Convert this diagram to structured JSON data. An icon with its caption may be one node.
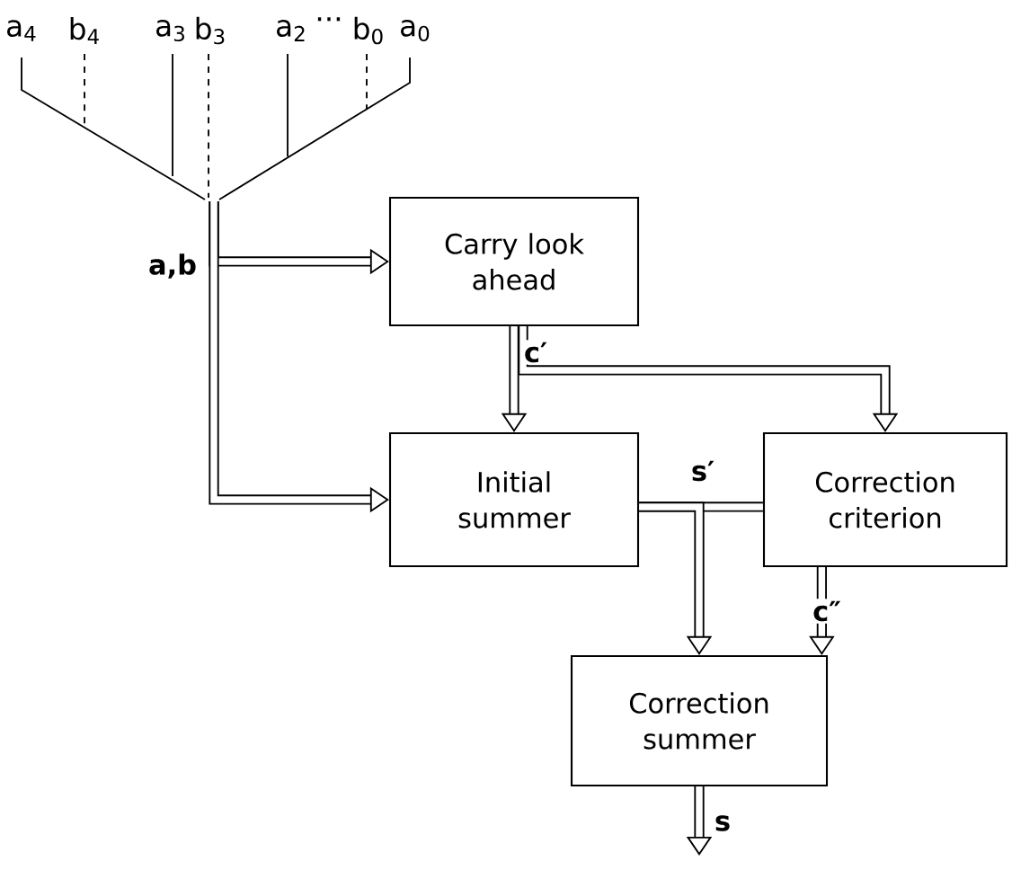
{
  "diagram": {
    "nodes": [
      {
        "text": [
          "Carry look ahead"
        ]
      },
      {
        "text": [
          "Initial summer"
        ]
      },
      {
        "text": [
          "Correction criterion"
        ]
      },
      {
        "text": [
          "Correction summer"
        ]
      }
    ],
    "edges": [
      {
        "from": null,
        "to": 0,
        "arrow": "to",
        "label": "a,b"
      },
      {
        "from": null,
        "to": 1,
        "arrow": "to"
      },
      {
        "from": 0,
        "to": 1,
        "arrow": "to",
        "label": "c′"
      },
      {
        "from": 0,
        "to": 2,
        "arrow": "to"
      },
      {
        "from": 1,
        "to": 2,
        "arrow": "none"
      },
      {
        "from": 1,
        "to": 3,
        "arrow": "to",
        "label": "s′"
      },
      {
        "from": 2,
        "to": 3,
        "arrow": "to",
        "label": "c″"
      },
      {
        "from": 3,
        "to": null,
        "arrow": "to",
        "label": "s"
      }
    ],
    "labels": [
      "a$_{4}$",
      "b$_{4}$",
      "a$_{3}$",
      "b$_{3}$",
      "a$_{2}$",
      "···",
      "b$_{0}$",
      "a$_{0}$"
    ]
  }
}
